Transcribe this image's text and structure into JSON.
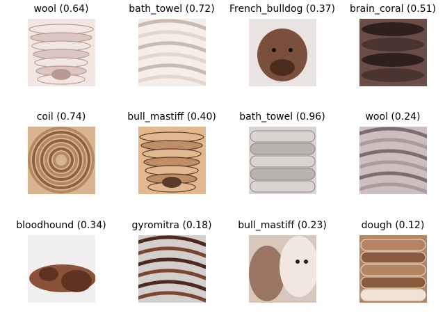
{
  "grid": {
    "rows": 3,
    "cols": 4,
    "items": [
      {
        "label": "wool (0.64)",
        "subject": "wrinkled shar-pei face close-up",
        "palette": [
          "#f1e6e2",
          "#dcc7c0",
          "#b89a92"
        ],
        "icon": "puppy-face-icon"
      },
      {
        "label": "bath_towel (0.72)",
        "subject": "folded cream towel",
        "palette": [
          "#f4ede8",
          "#e2d7d0",
          "#c9bbb2"
        ],
        "icon": "towel-icon"
      },
      {
        "label": "French_bulldog (0.37)",
        "subject": "brown shar-pei puppy",
        "palette": [
          "#e9e4e2",
          "#7a4f3c",
          "#4b2c1f"
        ],
        "icon": "puppy-icon"
      },
      {
        "label": "brain_coral (0.51)",
        "subject": "rolled dark brown towel",
        "palette": [
          "#6b4d45",
          "#4a342f",
          "#2e201d"
        ],
        "icon": "rolled-towel-icon"
      },
      {
        "label": "coil (0.74)",
        "subject": "rolled tan towel spiral",
        "palette": [
          "#d8b493",
          "#b48862",
          "#8a6240"
        ],
        "icon": "spiral-icon"
      },
      {
        "label": "bull_mastiff (0.40)",
        "subject": "tan wrinkled puppy face",
        "palette": [
          "#e2b88f",
          "#c08e64",
          "#5a3a28"
        ],
        "icon": "puppy-face-icon"
      },
      {
        "label": "bath_towel (0.96)",
        "subject": "stacked grey towels",
        "palette": [
          "#d9d4d1",
          "#b9b2ae",
          "#8f8783"
        ],
        "icon": "towel-stack-icon"
      },
      {
        "label": "wool (0.24)",
        "subject": "crumpled mauve blanket",
        "palette": [
          "#cdbfc0",
          "#aa9a9c",
          "#7e6d70"
        ],
        "icon": "blanket-icon"
      },
      {
        "label": "bloodhound (0.34)",
        "subject": "brown puppy lying down",
        "palette": [
          "#f0eeee",
          "#8a5238",
          "#5e3322"
        ],
        "icon": "lying-puppy-icon"
      },
      {
        "label": "gyromitra (0.18)",
        "subject": "crumpled brown fabric",
        "palette": [
          "#d2cfcc",
          "#7a4633",
          "#4e2a1d"
        ],
        "icon": "fabric-icon"
      },
      {
        "label": "bull_mastiff (0.23)",
        "subject": "two shar-pei puppies",
        "palette": [
          "#d8c7bd",
          "#9a7562",
          "#f1e7e0"
        ],
        "icon": "two-puppies-icon"
      },
      {
        "label": "dough (0.12)",
        "subject": "stacked brown and cream towels",
        "palette": [
          "#b58563",
          "#8a5b3d",
          "#efe3d6"
        ],
        "icon": "towel-stack-icon"
      }
    ]
  }
}
